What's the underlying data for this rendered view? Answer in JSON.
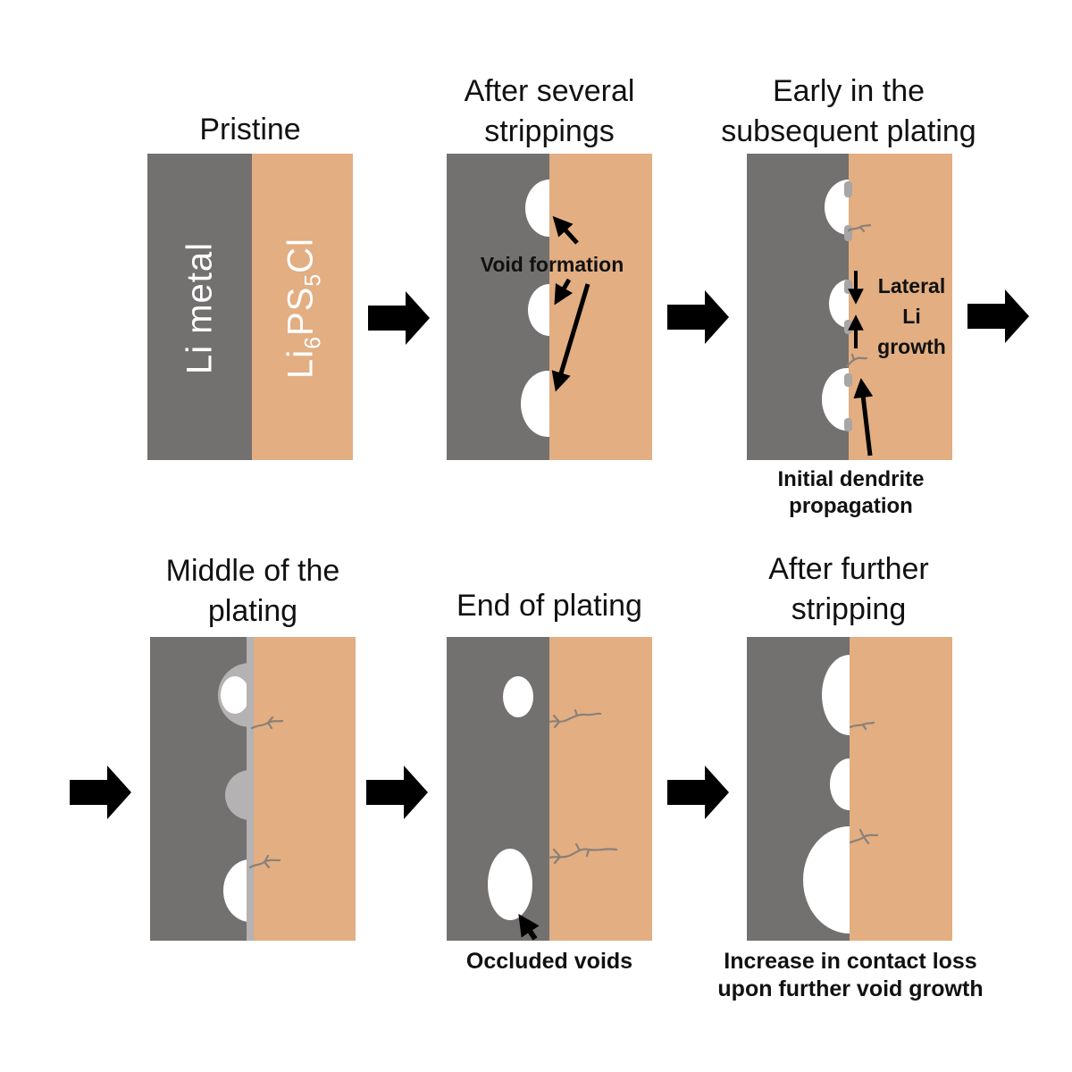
{
  "figure": {
    "description_note": "",
    "colors": {
      "li_metal": "#737070",
      "electrolyte": "#e2ae82",
      "plated_li": "#b4b2b3",
      "deposit": "#a7a5a5",
      "dendrite": "#8b8078",
      "void": "#ffffff",
      "arrow": "#000000",
      "text": "#111111",
      "background": "#ffffff"
    }
  },
  "panels": [
    {
      "id": "pristine",
      "title": "Pristine",
      "li_metal_label": "Li metal",
      "electrolyte_label": {
        "base1": "Li",
        "sub1": "6",
        "base2": "PS",
        "sub2": "5",
        "base3": "Cl"
      }
    },
    {
      "id": "after-several-strippings",
      "title": "After several\nstrippings",
      "annotation": "Void formation"
    },
    {
      "id": "early-subsequent-plating",
      "title": "Early in the\nsubsequent plating",
      "annotation": "Lateral\nLi\ngrowth",
      "caption": "Initial dendrite\npropagation"
    },
    {
      "id": "middle-of-plating",
      "title": "Middle of the\nplating"
    },
    {
      "id": "end-of-plating",
      "title": "End of plating",
      "caption": "Occluded voids"
    },
    {
      "id": "after-further-stripping",
      "title": "After further\nstripping",
      "caption": "Increase in contact loss\nupon further void growth"
    }
  ]
}
